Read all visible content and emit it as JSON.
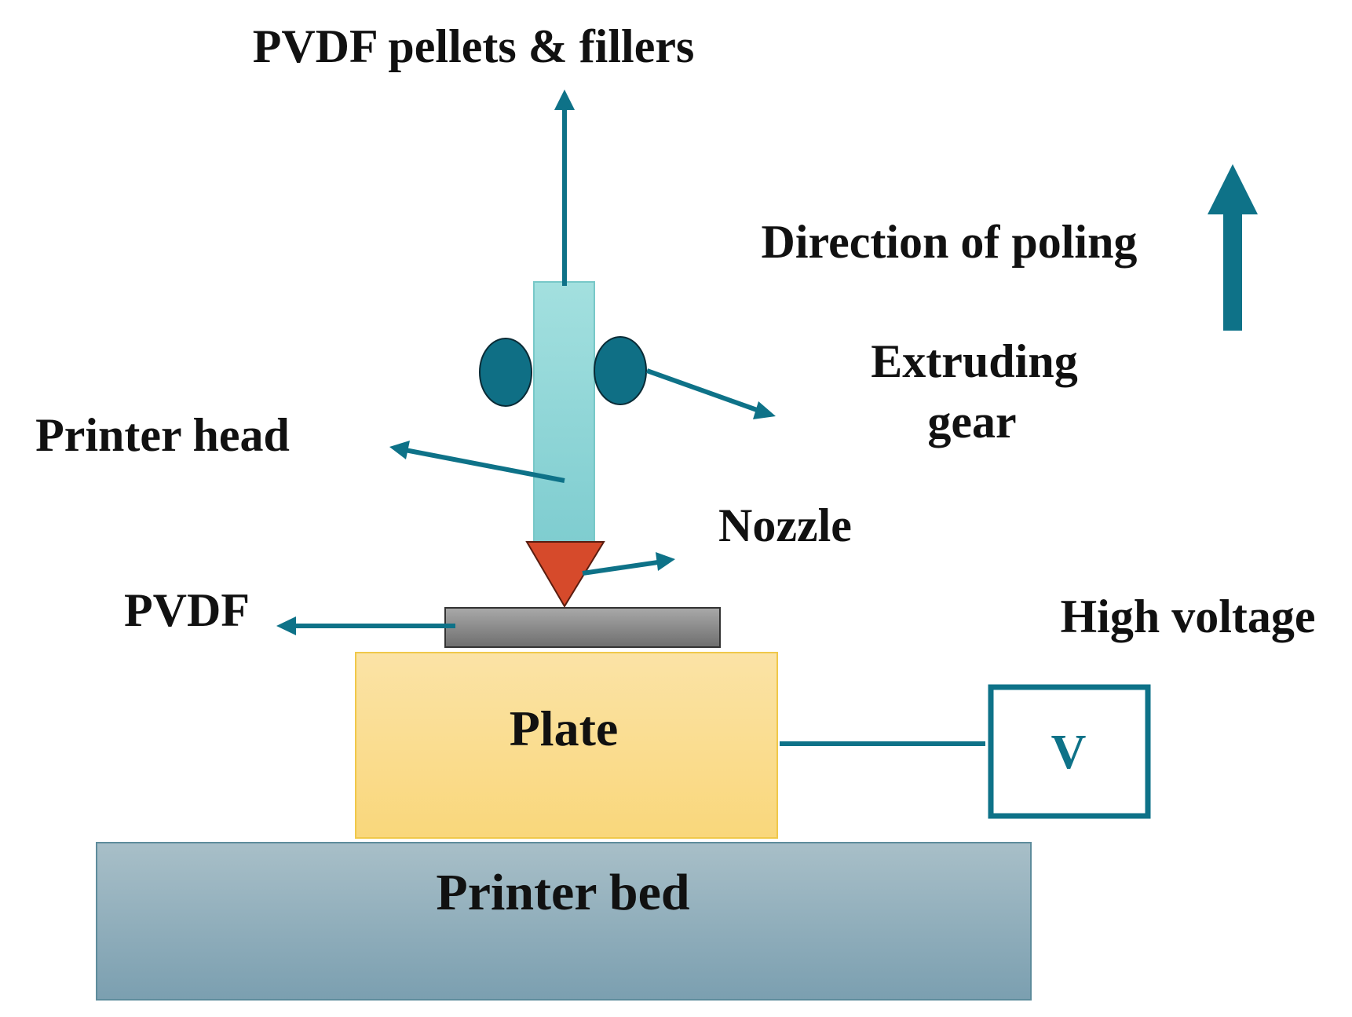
{
  "labels": {
    "pellets": "PVDF pellets & fillers",
    "poling": "Direction of poling",
    "gear_line1": "Extruding",
    "gear_line2": "gear",
    "printer_head": "Printer head",
    "nozzle": "Nozzle",
    "pvdf": "PVDF",
    "high_voltage": "High voltage",
    "plate": "Plate",
    "voltage_symbol": "V",
    "printer_bed": "Printer bed"
  },
  "colors": {
    "arrow": "#0e7288",
    "printer_head_top": "#a3e0df",
    "printer_head_bottom": "#7fcdd0",
    "gear_fill": "#0f6f85",
    "nozzle_fill": "#d64a2b",
    "pvdf_film_top": "#a9a9a9",
    "pvdf_film_bottom": "#6e6e6e",
    "plate_top": "#fbe3a6",
    "plate_bottom": "#f9d77b",
    "plate_border": "#f0c84a",
    "bed_top": "#a8bfc8",
    "bed_bottom": "#7b9fb0",
    "voltage_box": "#0e7288"
  }
}
